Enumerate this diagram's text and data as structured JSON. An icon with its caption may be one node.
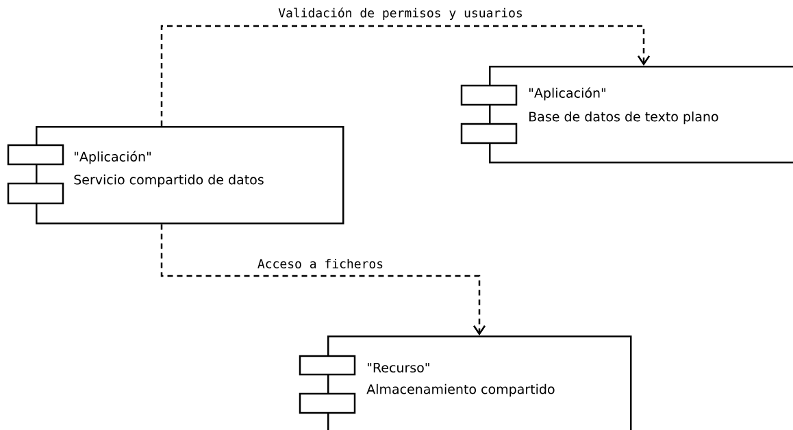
{
  "diagram": {
    "nodes": [
      {
        "text": [
          "\"Aplicación\"",
          "Servicio compartido de datos"
        ]
      },
      {
        "text": [
          "\"Aplicación\"",
          "Base de datos de texto plano"
        ]
      },
      {
        "text": [
          "\"Recurso\"",
          "Almacenamiento compartido"
        ]
      }
    ],
    "edges": [
      {
        "from": 0,
        "to": 1,
        "arrow": "to",
        "label": "Validación de permisos y usuarios",
        "style": "dashed"
      },
      {
        "from": 0,
        "to": 2,
        "arrow": "to",
        "label": "Acceso a ficheros",
        "style": "dashed"
      }
    ]
  }
}
